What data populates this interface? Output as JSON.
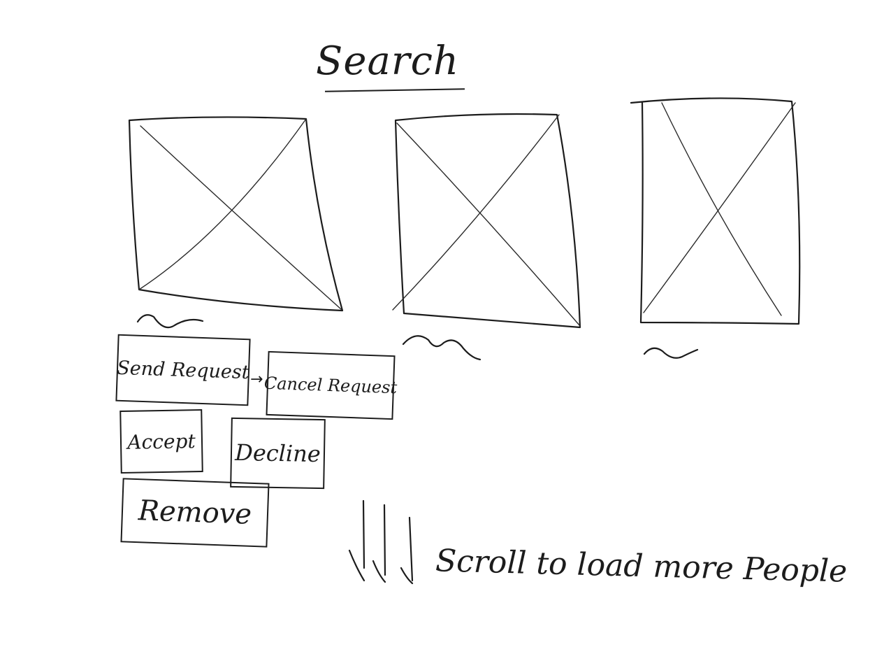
{
  "page": {
    "title": "Search"
  },
  "people": [
    {
      "image_icon": "image-placeholder-icon"
    },
    {
      "image_icon": "image-placeholder-icon"
    },
    {
      "image_icon": "image-placeholder-icon"
    }
  ],
  "actions": {
    "send_request": "Send Request",
    "arrow": "→",
    "cancel_request": "Cancel Request",
    "accept": "Accept",
    "decline": "Decline",
    "remove": "Remove"
  },
  "scroll_hint": {
    "icon": "scroll-down-arrows-icon",
    "text": "Scroll to load more People"
  },
  "colors": {
    "ink": "#1c1c1c",
    "paper": "#ffffff"
  }
}
